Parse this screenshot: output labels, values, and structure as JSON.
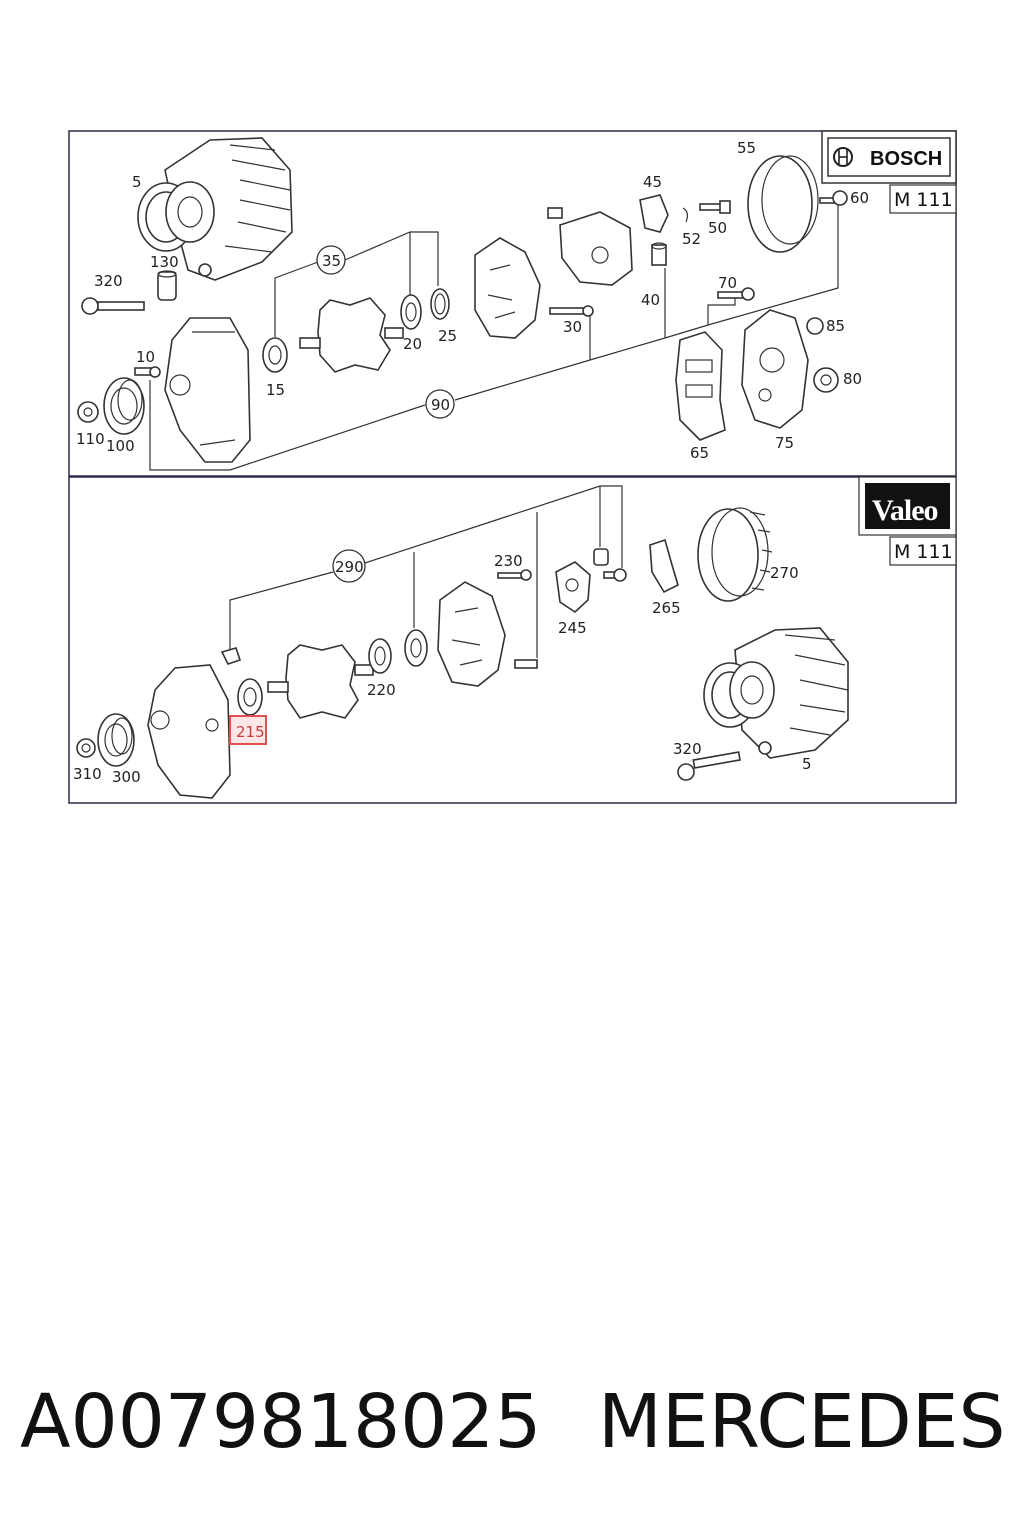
{
  "panels": {
    "bosch": {
      "brand": "BOSCH",
      "model": "M 111"
    },
    "valeo": {
      "brand": "Valeo",
      "model": "M 111"
    }
  },
  "callouts": {
    "p5a": "5",
    "p130": "130",
    "p320a": "320",
    "p35": "35",
    "p20": "20",
    "p25": "25",
    "p15": "15",
    "p10": "10",
    "p110": "110",
    "p100": "100",
    "p90": "90",
    "p30": "30",
    "p45": "45",
    "p52": "52",
    "p50": "50",
    "p55": "55",
    "p60": "60",
    "p40": "40",
    "p70": "70",
    "p85": "85",
    "p80": "80",
    "p65": "65",
    "p75": "75",
    "p290": "290",
    "p230": "230",
    "p245": "245",
    "p265": "265",
    "p270": "270",
    "p220": "220",
    "p215": "215",
    "p310": "310",
    "p300": "300",
    "p320b": "320",
    "p5b": "5"
  },
  "highlight": {
    "part": "215",
    "color": "#e05050"
  },
  "caption": {
    "part_number": "A0079818025",
    "maker": "MERCEDES"
  }
}
